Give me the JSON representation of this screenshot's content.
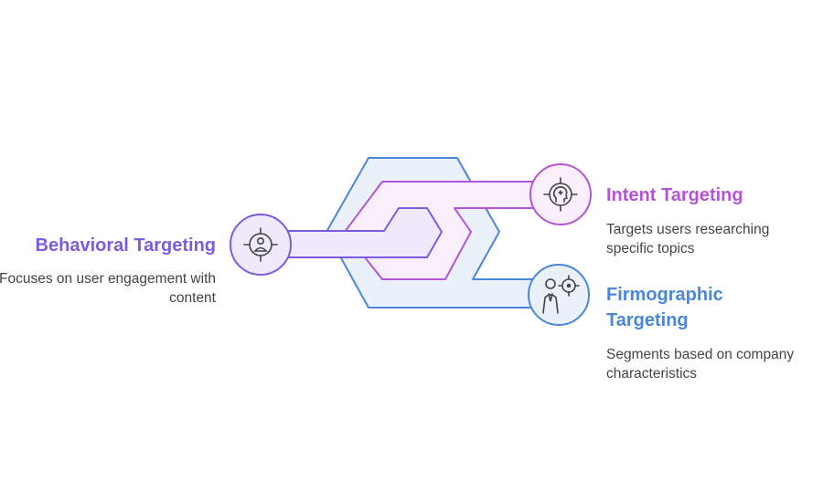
{
  "colors": {
    "behavioral": "#7b5ce0",
    "intent": "#b455d9",
    "firmographic": "#4a86d9",
    "behavioral_fill": "#eeeafb",
    "intent_fill": "#f8eefc",
    "firmographic_fill": "#eaf1fb"
  },
  "nodes": {
    "behavioral": {
      "title": "Behavioral Targeting",
      "description": "Focuses on user engagement with content",
      "icon": "user-target-icon"
    },
    "intent": {
      "title": "Intent Targeting",
      "description": "Targets users researching specific topics",
      "icon": "head-target-icon"
    },
    "firmographic": {
      "title": "Firmographic Targeting",
      "description": "Segments based on company characteristics",
      "icon": "businessperson-target-icon"
    }
  }
}
